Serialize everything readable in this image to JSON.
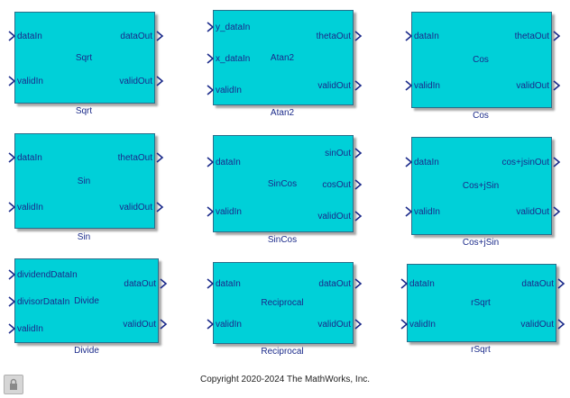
{
  "blocks": [
    {
      "name": "Sqrt",
      "caption": "Sqrt",
      "inputs": [
        "dataIn",
        "validIn"
      ],
      "outputs": [
        "dataOut",
        "validOut"
      ]
    },
    {
      "name": "Atan2",
      "caption": "Atan2",
      "inputs": [
        "y_dataIn",
        "x_dataIn",
        "validIn"
      ],
      "outputs": [
        "thetaOut",
        "validOut"
      ]
    },
    {
      "name": "Cos",
      "caption": "Cos",
      "inputs": [
        "dataIn",
        "validIn"
      ],
      "outputs": [
        "thetaOut",
        "validOut"
      ]
    },
    {
      "name": "Sin",
      "caption": "Sin",
      "inputs": [
        "dataIn",
        "validIn"
      ],
      "outputs": [
        "thetaOut",
        "validOut"
      ]
    },
    {
      "name": "SinCos",
      "caption": "SinCos",
      "inputs": [
        "dataIn",
        "validIn"
      ],
      "outputs": [
        "sinOut",
        "cosOut",
        "validOut"
      ]
    },
    {
      "name": "Cos+jSin",
      "caption": "Cos+jSin",
      "inputs": [
        "dataIn",
        "validIn"
      ],
      "outputs": [
        "cos+jsinOut",
        "validOut"
      ]
    },
    {
      "name": "Divide",
      "caption": "Divide",
      "inputs": [
        "dividendDataIn",
        "divisorDataIn",
        "validIn"
      ],
      "outputs": [
        "dataOut",
        "validOut"
      ]
    },
    {
      "name": "Reciprocal",
      "caption": "Reciprocal",
      "inputs": [
        "dataIn",
        "validIn"
      ],
      "outputs": [
        "dataOut",
        "validOut"
      ]
    },
    {
      "name": "rSqrt",
      "caption": "rSqrt",
      "inputs": [
        "dataIn",
        "validIn"
      ],
      "outputs": [
        "dataOut",
        "validOut"
      ]
    }
  ],
  "footer": {
    "copyright": "Copyright 2020-2024 The MathWorks, Inc."
  },
  "icons": {
    "lock": "lock-icon",
    "port": "port-arrow-icon"
  },
  "colors": {
    "block_fill": "#00d0d8",
    "text": "#1a2a8a"
  }
}
